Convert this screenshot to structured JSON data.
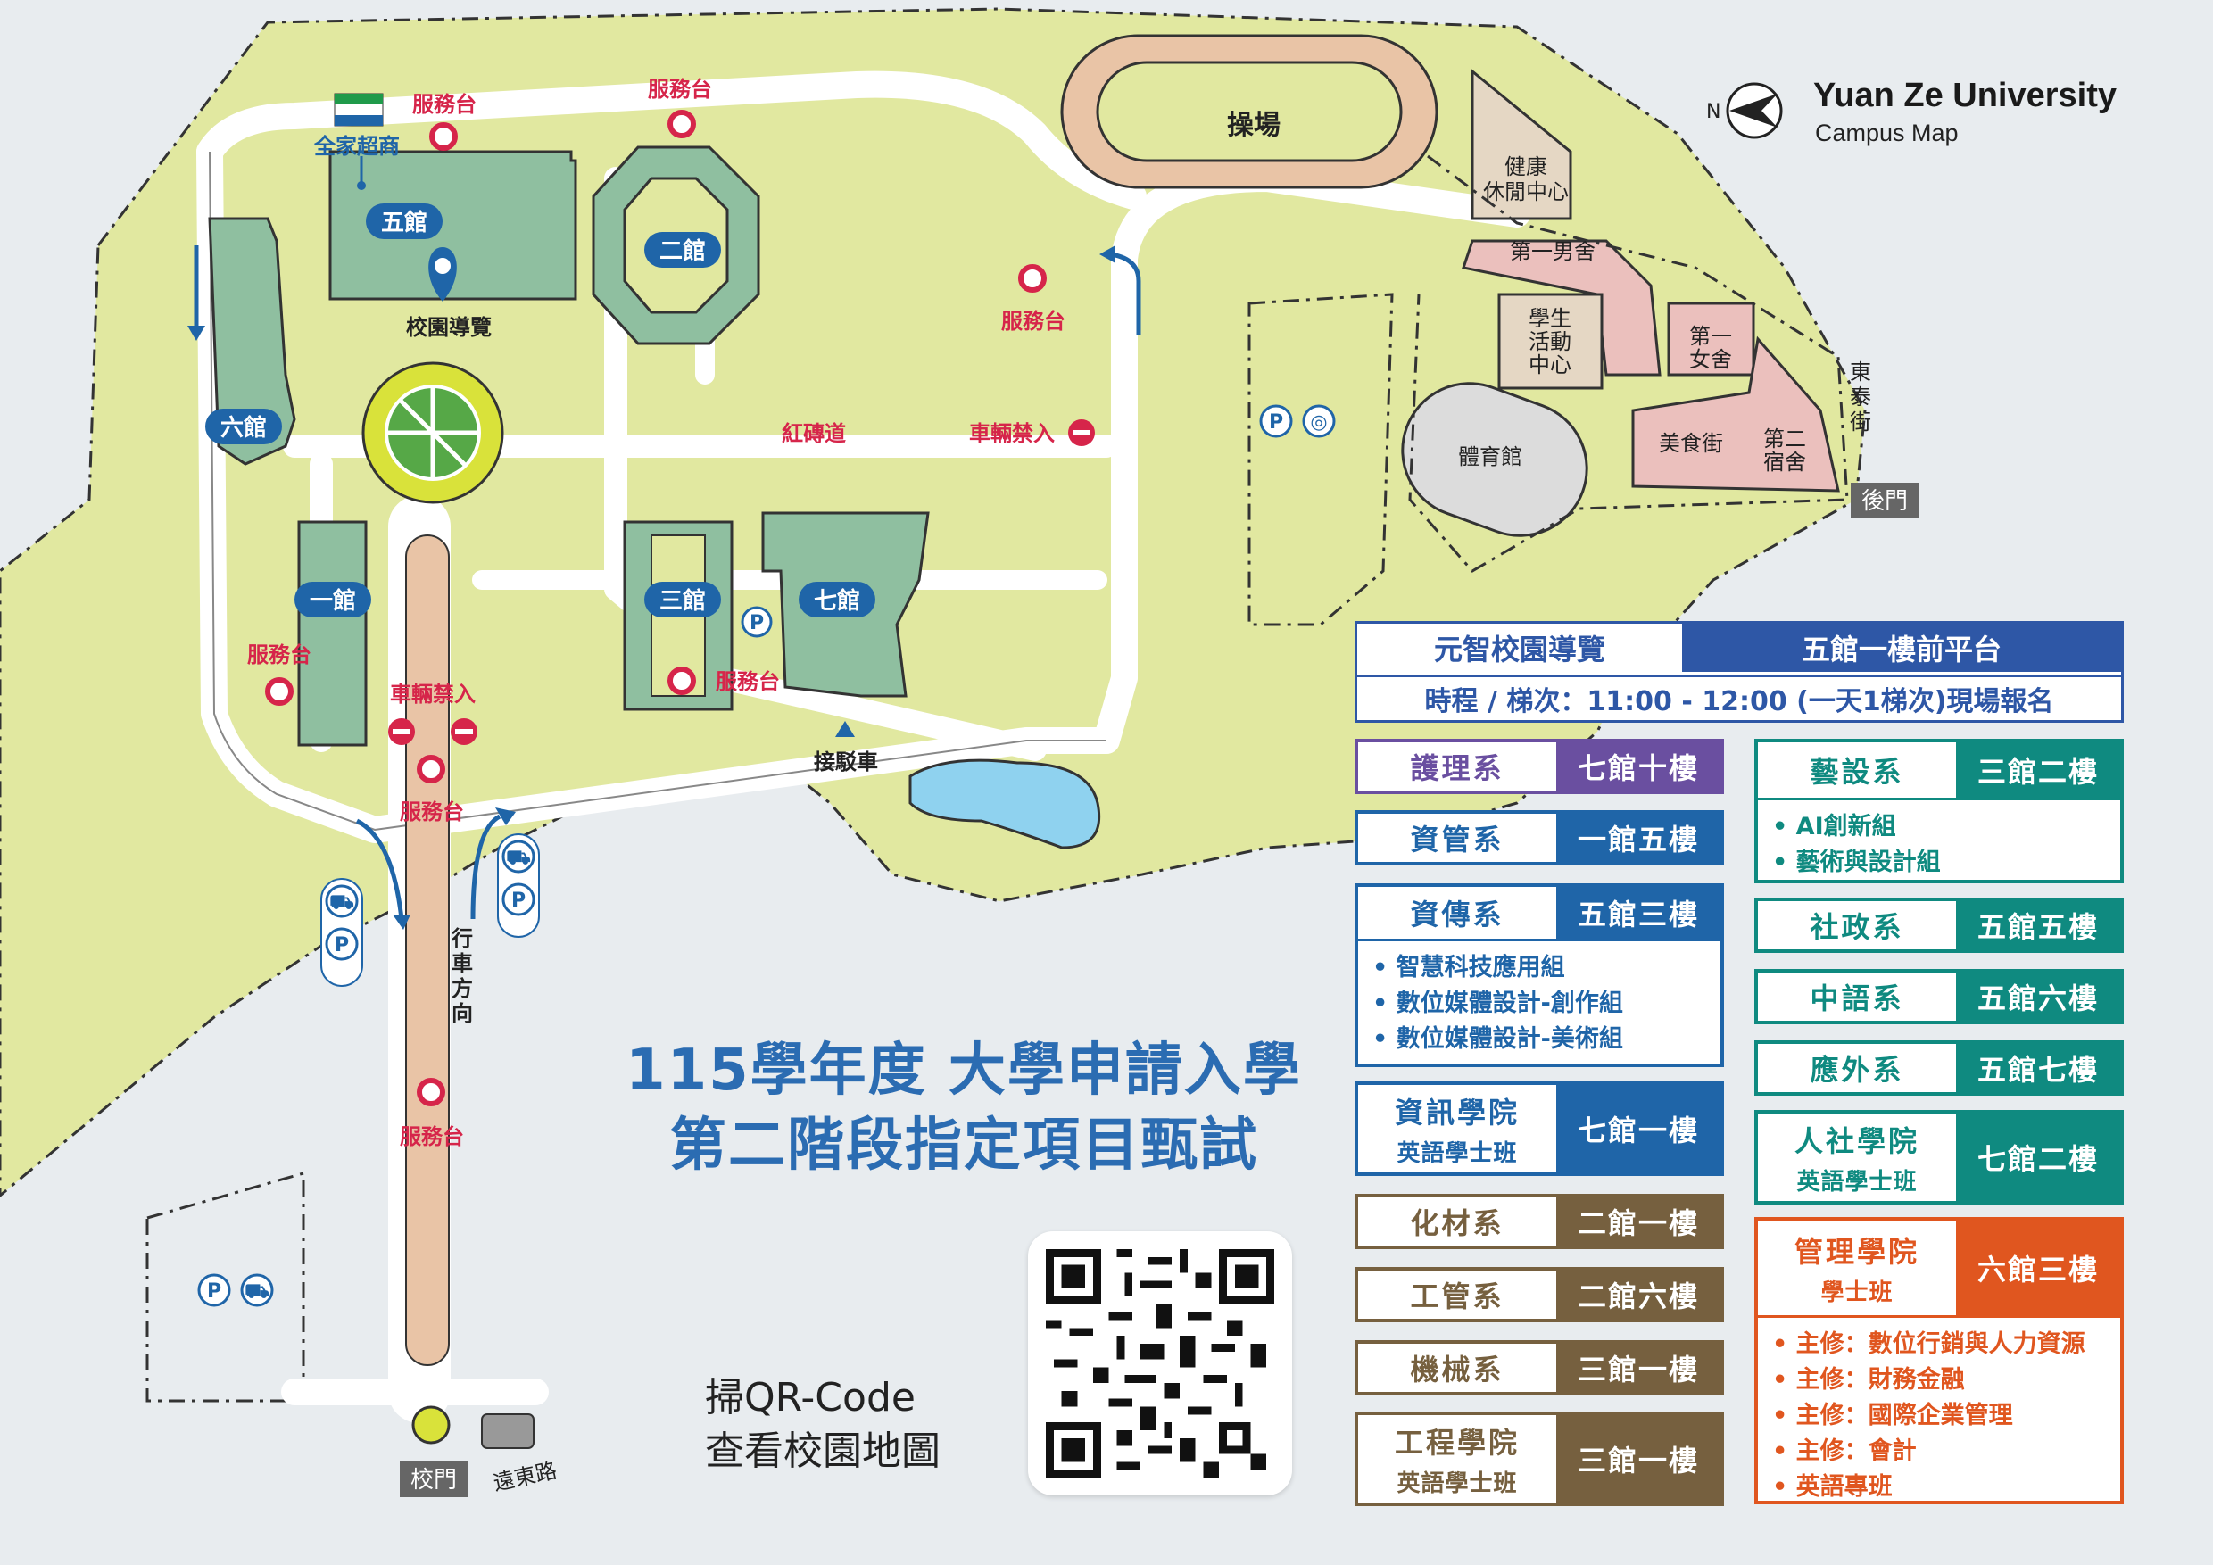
{
  "university": {
    "name": "Yuan Ze University",
    "subtitle": "Campus Map"
  },
  "compass_label": "N",
  "title": {
    "line1": "115學年度 大學申請入學",
    "line2": "第二階段指定項目甄試"
  },
  "qr": {
    "line1": "掃QR-Code",
    "line2": "查看校園地圖"
  },
  "map_labels": {
    "building5": "五館",
    "building2": "二館",
    "building6": "六館",
    "building1": "一館",
    "building3": "三館",
    "building7": "七館",
    "playground": "操場",
    "health": "健康\n休閒中心",
    "male_dorm1": "第一男舍",
    "student_center": "學生\n活動\n中心",
    "female_dorm1": "第一\n女舍",
    "gym": "體育館",
    "food_street": "美食街",
    "dorm2": "第二\n宿舍",
    "dongtai_street": "東泰街",
    "back_gate": "後門",
    "front_gate": "校門",
    "yuandong_road": "遠東路",
    "family_mart": "全家超商",
    "campus_tour": "校園導覽",
    "brick_road": "紅磚道",
    "no_vehicles": "車輛禁入",
    "service_desk": "服務台",
    "shuttle": "接駁車",
    "driving_direction": "行車方向"
  },
  "tour": {
    "name": "元智校園導覽",
    "location": "五館一樓前平台",
    "schedule": "時程 / 梯次：11:00 - 12:00 (一天1梯次)現場報名"
  },
  "departments": [
    {
      "name": "護理系",
      "location": "七館十樓",
      "color": "#6a4fa0"
    },
    {
      "name": "資管系",
      "location": "一館五樓",
      "color": "#1f65a8"
    },
    {
      "name": "資傳系",
      "location": "五館三樓",
      "color": "#1f65a8",
      "items": [
        "智慧科技應用組",
        "數位媒體設計-創作組",
        "數位媒體設計-美術組"
      ]
    },
    {
      "name": "資訊學院",
      "sub": "英語學士班",
      "location": "七館一樓",
      "color": "#1f65a8"
    },
    {
      "name": "化材系",
      "location": "二館一樓",
      "color": "#76603f"
    },
    {
      "name": "工管系",
      "location": "二館六樓",
      "color": "#76603f"
    },
    {
      "name": "機械系",
      "location": "三館一樓",
      "color": "#76603f"
    },
    {
      "name": "工程學院",
      "sub": "英語學士班",
      "location": "三館一樓",
      "color": "#76603f"
    },
    {
      "name": "藝設系",
      "location": "三館二樓",
      "color": "#0f8a80",
      "items": [
        "AI創新組",
        "藝術與設計組"
      ]
    },
    {
      "name": "社政系",
      "location": "五館五樓",
      "color": "#0f8a80"
    },
    {
      "name": "中語系",
      "location": "五館六樓",
      "color": "#0f8a80"
    },
    {
      "name": "應外系",
      "location": "五館七樓",
      "color": "#0f8a80"
    },
    {
      "name": "人社學院",
      "sub": "英語學士班",
      "location": "七館二樓",
      "color": "#0f8a80"
    },
    {
      "name": "管理學院",
      "sub": "學士班",
      "location": "六館三樓",
      "color": "#e0561f",
      "items": [
        "主修：數位行銷與人力資源",
        "主修：財務金融",
        "主修：國際企業管理",
        "主修：會計",
        "英語專班"
      ]
    }
  ]
}
